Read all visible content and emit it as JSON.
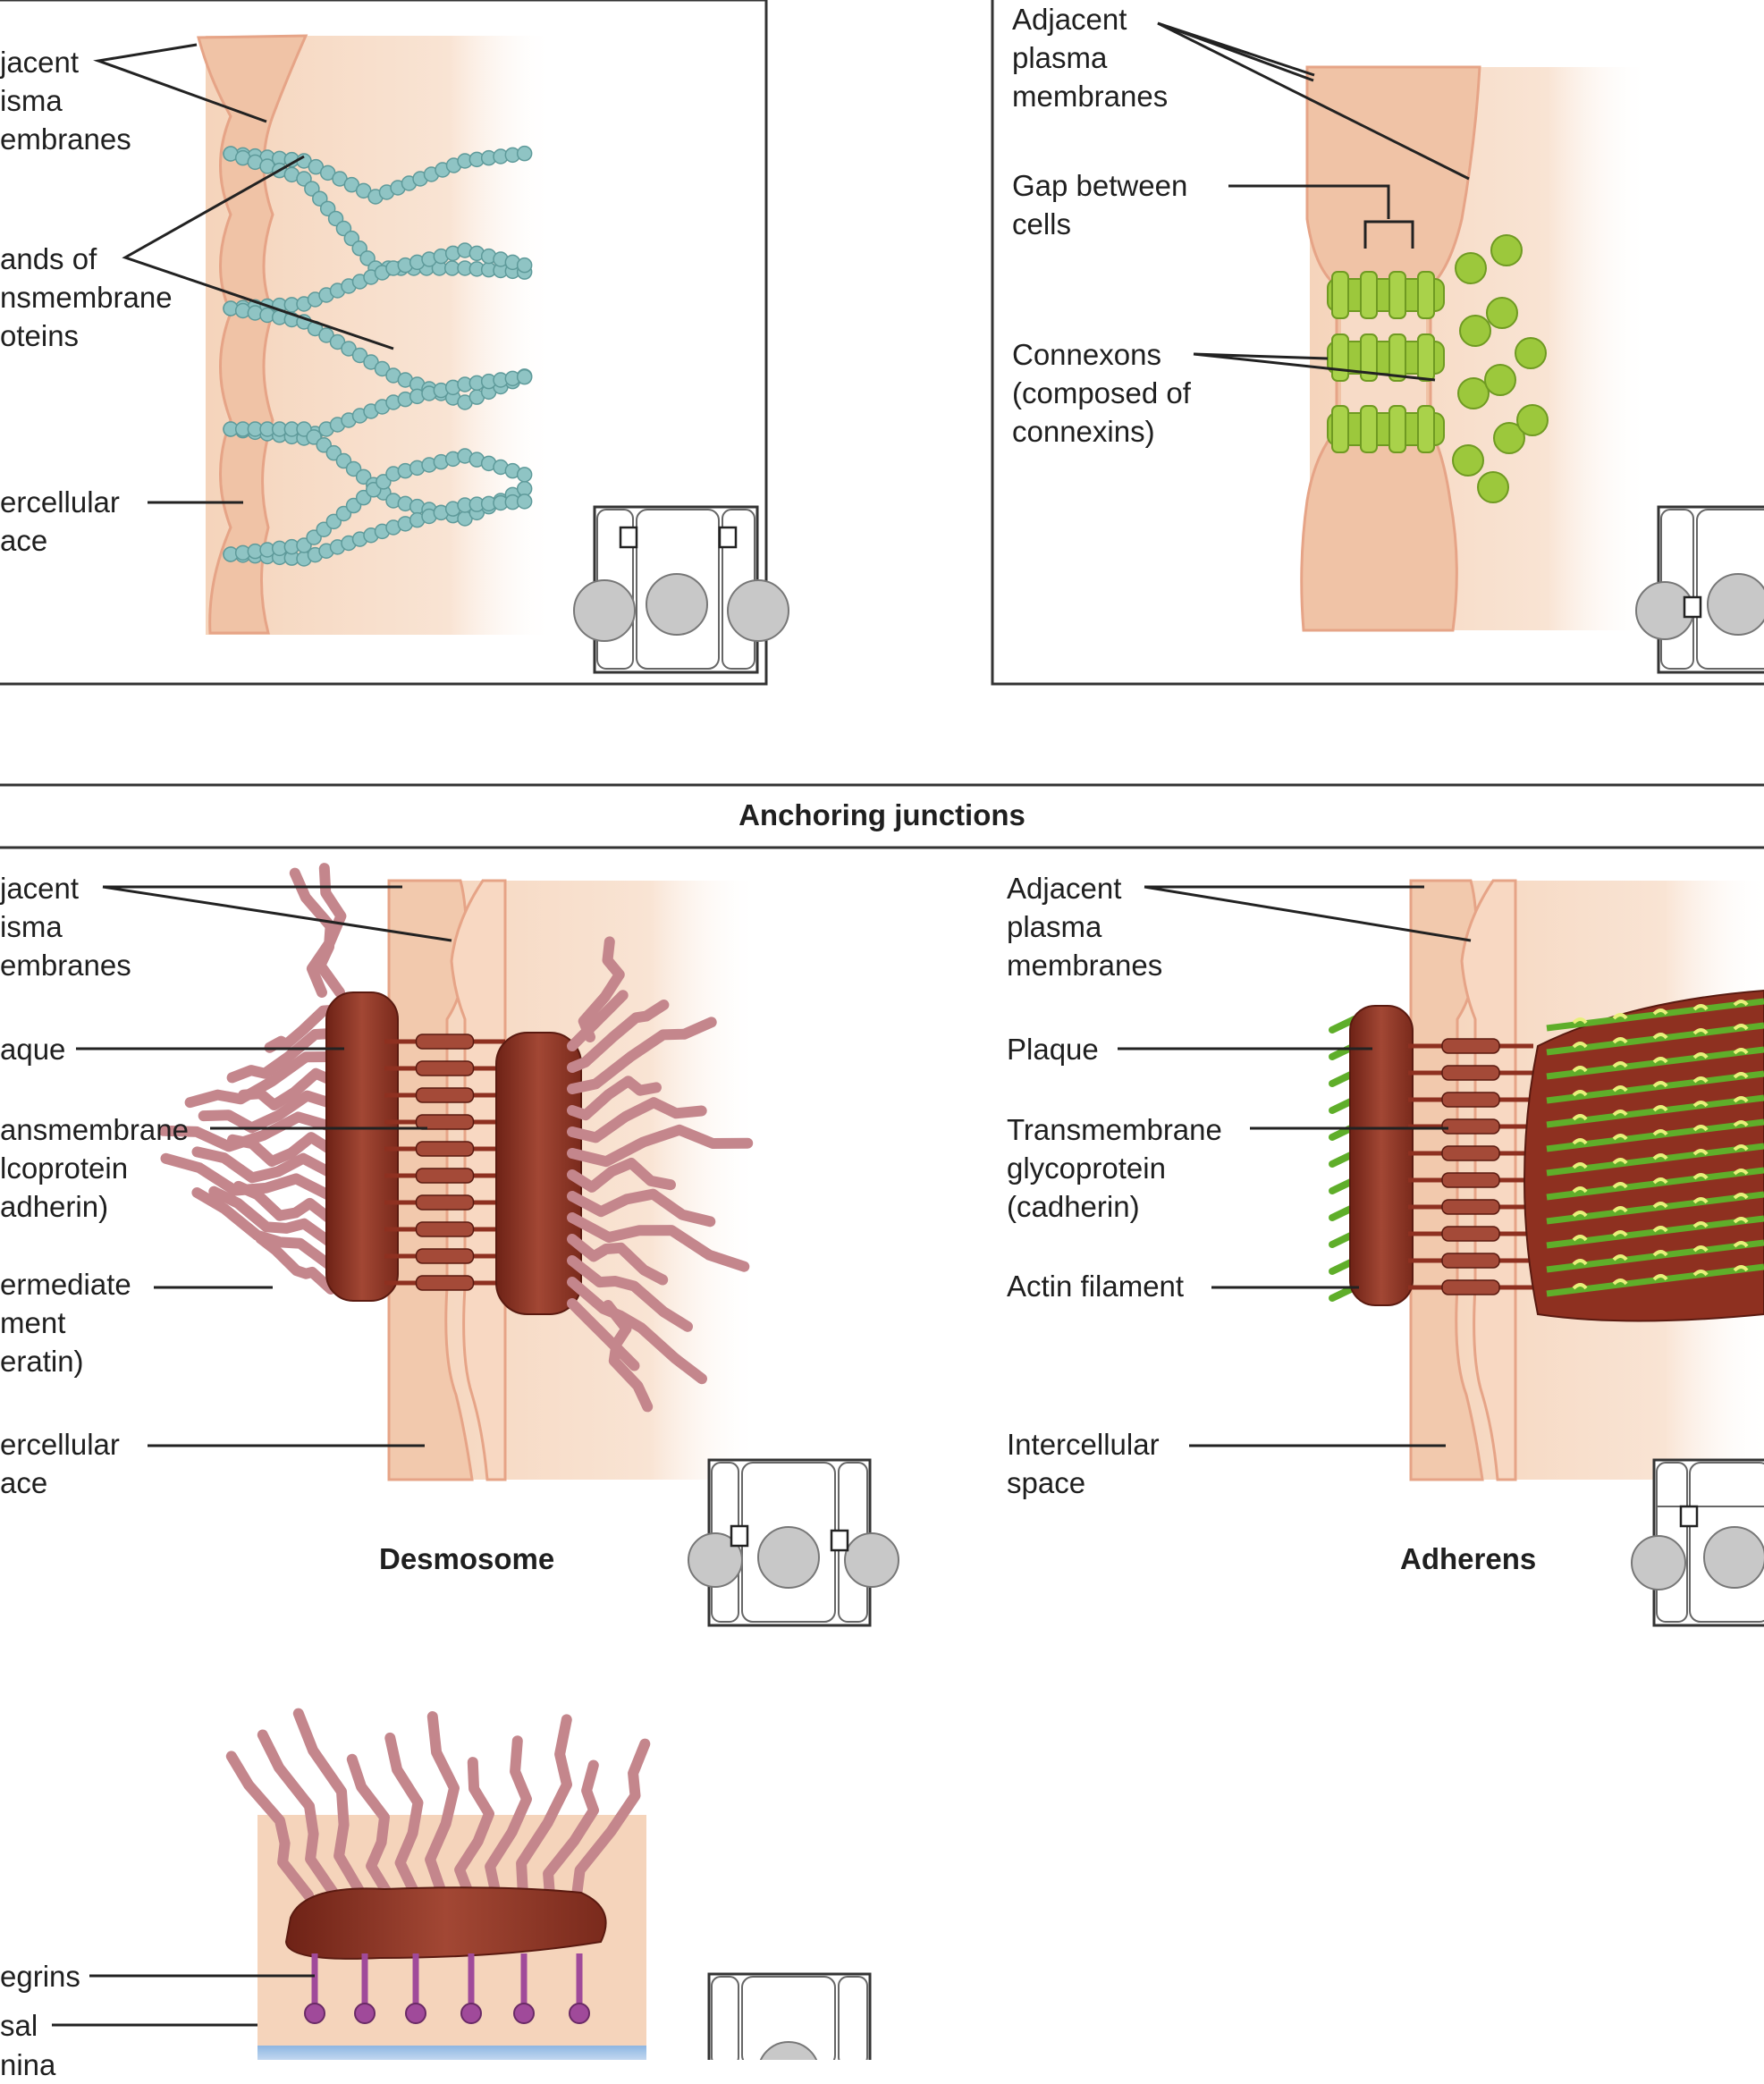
{
  "tight_junction": {
    "labels": {
      "membranes": "jacent\nisma\nembranes",
      "strands": "ands of\nnsmembrane\noteins",
      "space": "ercellular\nace"
    }
  },
  "gap_junction": {
    "labels": {
      "membranes": "Adjacent\nplasma\nmembranes",
      "gap": "Gap between\ncells",
      "connexons": "Connexons\n(composed of\nconnexins)"
    }
  },
  "anchoring_header": "Anchoring junctions",
  "desmosome": {
    "title": "Desmosome",
    "labels": {
      "membranes": "jacent\nisma\nembranes",
      "plaque": "aque",
      "glycoprotein": "ansmembrane\nlcoprotein\nadherin)",
      "filament": "ermediate\nment\neratin)",
      "space": "ercellular\nace"
    }
  },
  "adherens": {
    "title": "Adherens",
    "labels": {
      "membranes": "Adjacent\nplasma\nmembranes",
      "plaque": "Plaque",
      "glycoprotein": "Transmembrane\nglycoprotein\n(cadherin)",
      "actin": "Actin filament",
      "space": "Intercellular\nspace"
    }
  },
  "hemidesmosome": {
    "labels": {
      "integrins": "egrins",
      "basal": "sal",
      "basal2": "nina"
    }
  },
  "colors": {
    "cell_fill": "#f5d4bb",
    "membrane": "#e9a98a",
    "strand": "#8fc4c4",
    "connexon": "#9cc83c",
    "plaque": "#8e3020",
    "keratin": "#c4868c",
    "actin": "#5fae2a",
    "integrin": "#a04a9a",
    "basal_lamina": "#9cc0e6"
  }
}
